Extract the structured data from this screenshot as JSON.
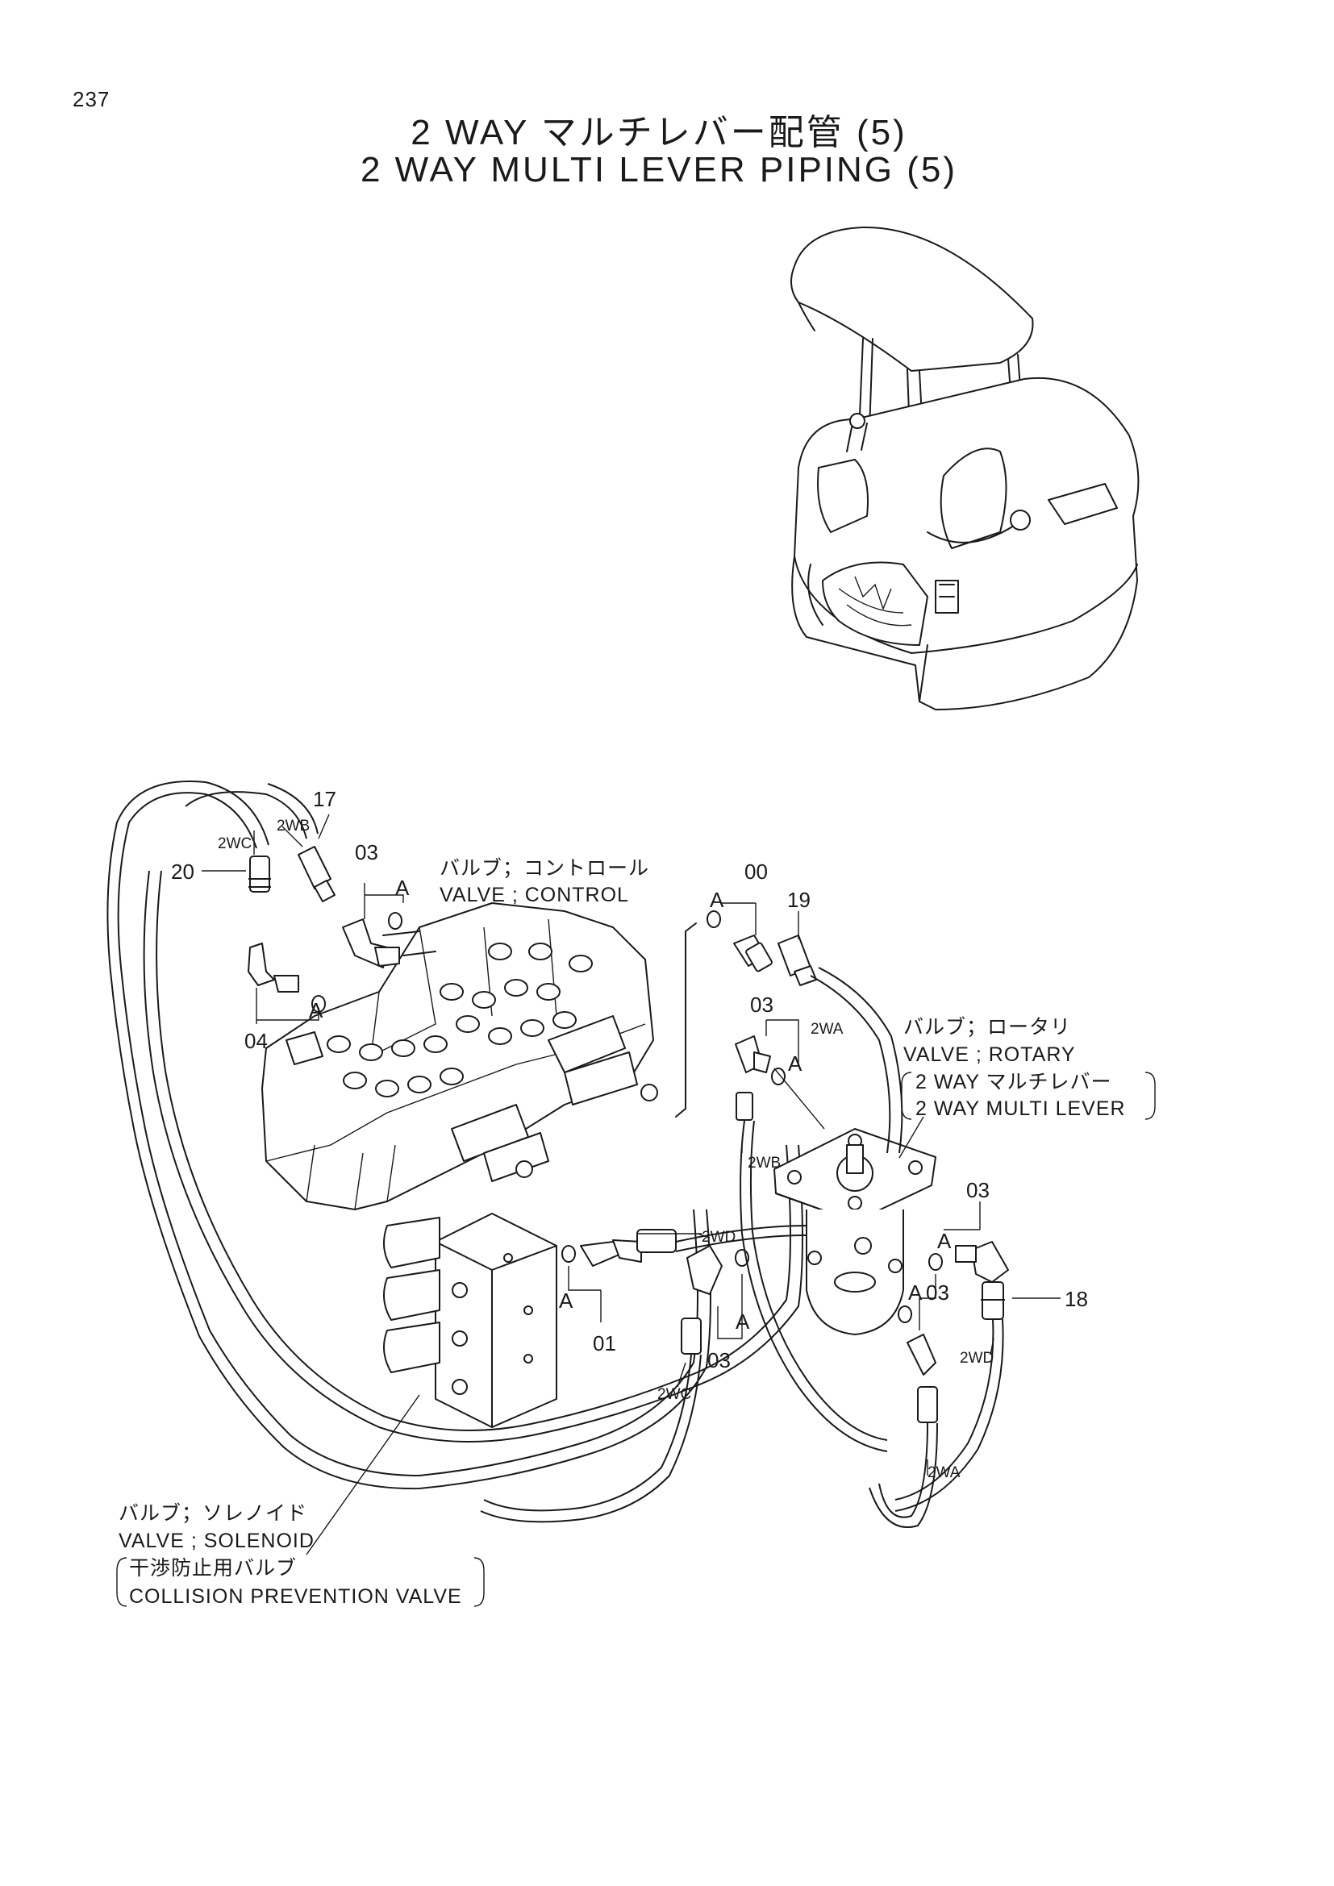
{
  "page_number": "237",
  "title": {
    "jp": "2 WAY マルチレバー配管 (5)",
    "en": "2 WAY MULTI LEVER PIPING (5)"
  },
  "callouts": {
    "c17": "17",
    "c03_top": "03",
    "c20": "20",
    "c04": "04",
    "c00": "00",
    "c19": "19",
    "c03_mid": "03",
    "c03_right": "03",
    "c03_right2": "03",
    "c18": "18",
    "c01": "01",
    "c03_bottom": "03"
  },
  "hose_labels": {
    "wc_top": "2WC",
    "wb_top": "2WB",
    "wa_top": "2WA",
    "wb_mid": "2WB",
    "wd_mid": "2WD",
    "wd_right": "2WD",
    "wc_bottom": "2WC",
    "wa_bottom": "2WA"
  },
  "oring_label": "A",
  "notes": {
    "control_valve_jp": "バルブ；コントロール",
    "control_valve_en": "VALVE ; CONTROL",
    "rotary_valve_jp": "バルブ；ロータリ",
    "rotary_valve_en": "VALVE ; ROTARY",
    "rotary_valve_sub_jp": "2 WAY マルチレバー",
    "rotary_valve_sub_en": "2 WAY MULTI LEVER",
    "solenoid_valve_jp": "バルブ；ソレノイド",
    "solenoid_valve_en": "VALVE ; SOLENOID",
    "solenoid_valve_sub_jp": "干渉防止用バルブ",
    "solenoid_valve_sub_en": "COLLISION PREVENTION VALVE"
  }
}
